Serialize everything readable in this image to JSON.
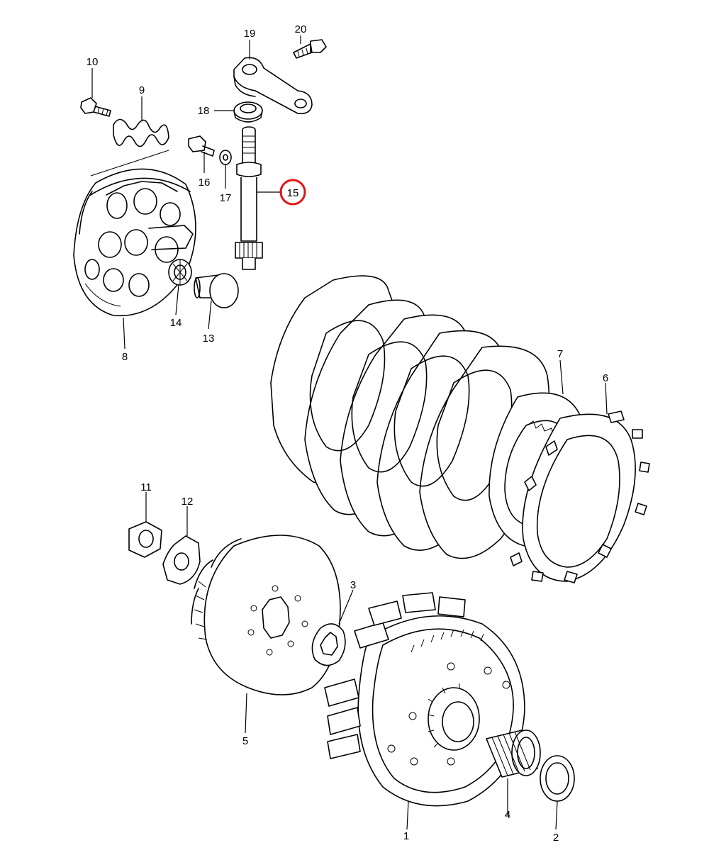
{
  "callouts": [
    {
      "id": "p1",
      "label": "1"
    },
    {
      "id": "p2",
      "label": "2"
    },
    {
      "id": "p3",
      "label": "3"
    },
    {
      "id": "p4",
      "label": "4"
    },
    {
      "id": "p5",
      "label": "5"
    },
    {
      "id": "p6",
      "label": "6"
    },
    {
      "id": "p7",
      "label": "7"
    },
    {
      "id": "p8",
      "label": "8"
    },
    {
      "id": "p9",
      "label": "9"
    },
    {
      "id": "p10",
      "label": "10"
    },
    {
      "id": "p11",
      "label": "11"
    },
    {
      "id": "p12",
      "label": "12"
    },
    {
      "id": "p13",
      "label": "13"
    },
    {
      "id": "p14",
      "label": "14"
    },
    {
      "id": "p15",
      "label": "15"
    },
    {
      "id": "p16",
      "label": "16"
    },
    {
      "id": "p17",
      "label": "17"
    },
    {
      "id": "p18",
      "label": "18"
    },
    {
      "id": "p19",
      "label": "19"
    },
    {
      "id": "p20",
      "label": "20"
    }
  ],
  "highlighted": "15",
  "colors": {
    "line": "#000000",
    "highlight": "#e01515",
    "background": "#ffffff"
  }
}
